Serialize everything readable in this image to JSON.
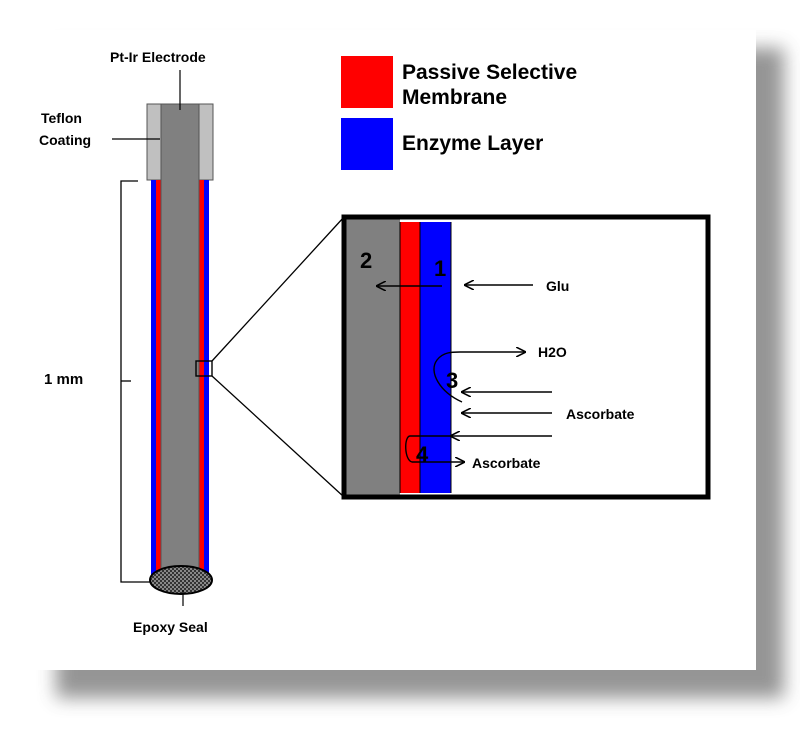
{
  "labels": {
    "pt_ir_electrode": "Pt-Ir Electrode",
    "teflon_coating_line1": "Teflon",
    "teflon_coating_line2": "Coating",
    "length": "1 mm",
    "epoxy_seal": "Epoxy Seal"
  },
  "legend": {
    "items": [
      {
        "color": "#ff0000",
        "line1": "Passive Selective",
        "line2": "Membrane"
      },
      {
        "color": "#0000ff",
        "line1": "Enzyme Layer",
        "line2": ""
      }
    ]
  },
  "inset": {
    "numbers": {
      "n1": "1",
      "n2": "2",
      "n3": "3",
      "n4": "4"
    },
    "glu": "Glu",
    "h2o": "H2O",
    "ascorbate_1": "Ascorbate",
    "ascorbate_2": "Ascorbate"
  },
  "colors": {
    "electrode_gray": "#808080",
    "teflon_gray": "#c0c0c0",
    "membrane_red": "#ff0000",
    "enzyme_blue": "#0000ff",
    "shadow": "#8a8a8a"
  }
}
